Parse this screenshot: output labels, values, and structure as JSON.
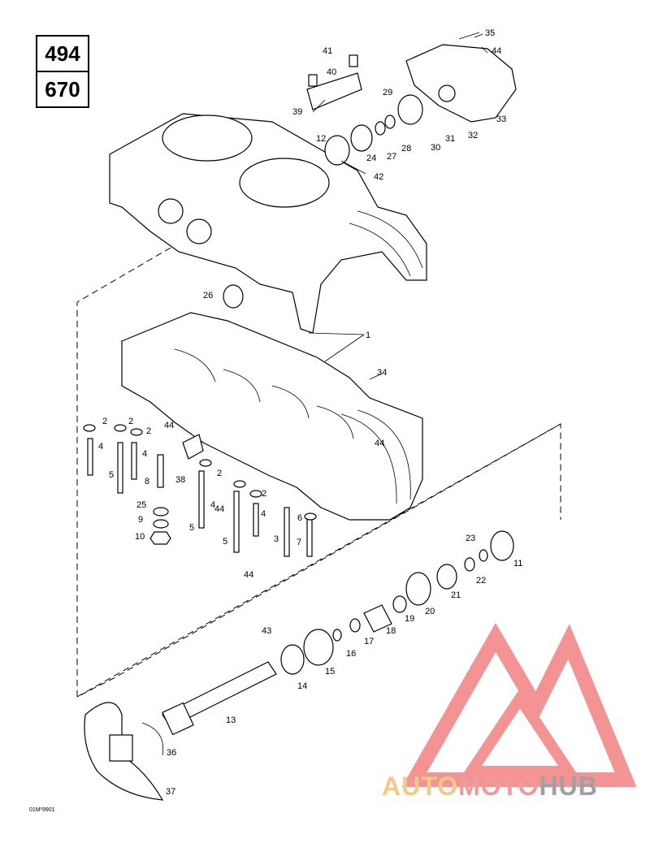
{
  "engine_codes": [
    "494",
    "670"
  ],
  "drawing_id": "01M¹9901",
  "watermark": {
    "part_a": "AUTO",
    "part_b": "MOTO",
    "part_c": "HUB"
  },
  "colors": {
    "watermark_triangle": "#f07070",
    "line": "#000000"
  },
  "callouts": [
    "1",
    "2",
    "2",
    "2",
    "2",
    "2",
    "3",
    "4",
    "4",
    "4",
    "4",
    "5",
    "5",
    "5",
    "6",
    "7",
    "8",
    "9",
    "10",
    "11",
    "12",
    "13",
    "14",
    "15",
    "16",
    "17",
    "18",
    "19",
    "20",
    "21",
    "22",
    "23",
    "24",
    "25",
    "26",
    "27",
    "28",
    "29",
    "30",
    "31",
    "32",
    "33",
    "34",
    "35",
    "36",
    "37",
    "38",
    "39",
    "40",
    "41",
    "42",
    "43",
    "44",
    "44",
    "44",
    "44",
    "44"
  ]
}
